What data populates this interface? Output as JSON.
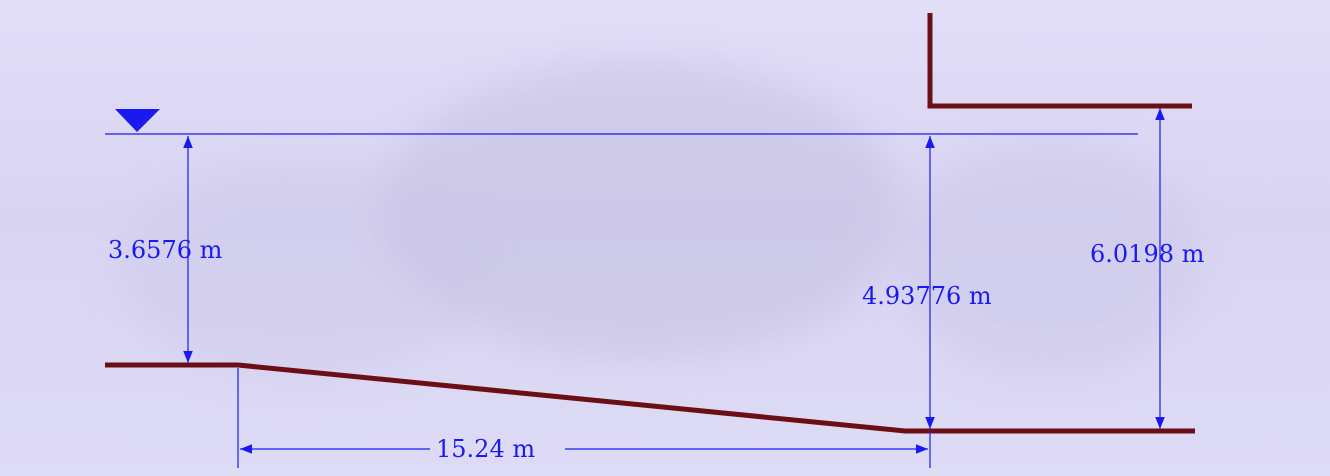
{
  "labels": {
    "upstream_depth": "3.6576 m",
    "drop_depth": "4.93776 m",
    "downstream_height": "6.0198 m",
    "transition_length": "15.24 m"
  },
  "colors": {
    "channel": "#6b0f14",
    "dimension": "#1a1af0",
    "water_surface": "#2a2af0"
  }
}
